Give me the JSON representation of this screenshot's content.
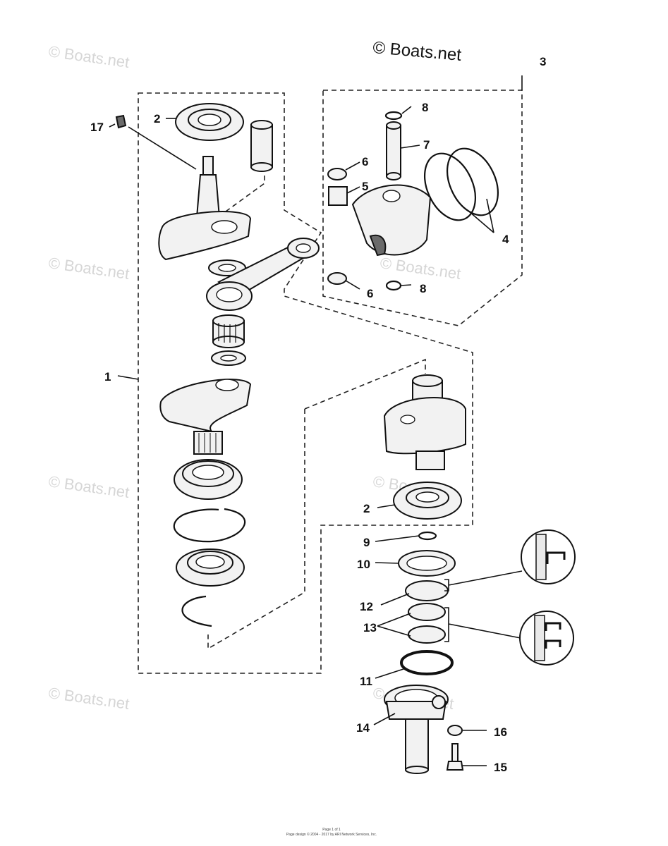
{
  "copyright": "© Boats.net",
  "watermark": "© Boats.net",
  "footer": {
    "line1": "Page 1 of 1",
    "line2": "Page design © 2004 - 2017 by ARI Network Services, Inc."
  },
  "callouts": {
    "c1": "1",
    "c2a": "2",
    "c2b": "2",
    "c3": "3",
    "c4": "4",
    "c5": "5",
    "c6a": "6",
    "c6b": "6",
    "c7": "7",
    "c8a": "8",
    "c8b": "8",
    "c9": "9",
    "c10": "10",
    "c11": "11",
    "c12": "12",
    "c13": "13",
    "c14": "14",
    "c15": "15",
    "c16": "16",
    "c17": "17"
  }
}
